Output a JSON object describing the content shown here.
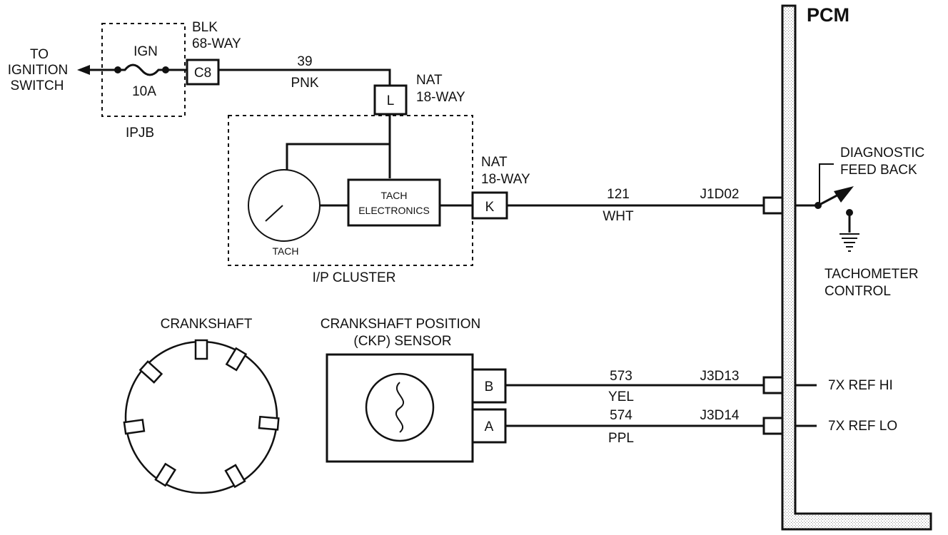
{
  "pcm": {
    "title": "PCM"
  },
  "ignition": {
    "to_switch_line1": "TO",
    "to_switch_line2": "IGNITION",
    "to_switch_line3": "SWITCH",
    "fuse_name": "IGN",
    "fuse_rating": "10A",
    "block_name": "IPJB",
    "connector_color": "BLK",
    "connector_type": "68-WAY",
    "connector_pin": "C8"
  },
  "cluster": {
    "wire_number": "39",
    "wire_color": "PNK",
    "conn_l_color": "NAT",
    "conn_l_type": "18-WAY",
    "conn_l_pin": "L",
    "tach_label": "TACH",
    "electronics_line1": "TACH",
    "electronics_line2": "ELECTRONICS",
    "name": "I/P CLUSTER",
    "conn_k_color": "NAT",
    "conn_k_type": "18-WAY",
    "conn_k_pin": "K"
  },
  "tach_circuit": {
    "wire_number": "121",
    "wire_color": "WHT",
    "pcm_pin": "J1D02",
    "feedback_line1": "DIAGNOSTIC",
    "feedback_line2": "FEED BACK",
    "control_line1": "TACHOMETER",
    "control_line2": "CONTROL"
  },
  "crankshaft": {
    "label": "CRANKSHAFT"
  },
  "ckp_sensor": {
    "title_line1": "CRANKSHAFT POSITION",
    "title_line2": "(CKP) SENSOR",
    "pin_b": "B",
    "pin_a": "A",
    "wire_b_number": "573",
    "wire_b_color": "YEL",
    "wire_b_pcm_pin": "J3D13",
    "wire_b_signal": "7X REF HI",
    "wire_a_number": "574",
    "wire_a_color": "PPL",
    "wire_a_pcm_pin": "J3D14",
    "wire_a_signal": "7X REF LO"
  }
}
